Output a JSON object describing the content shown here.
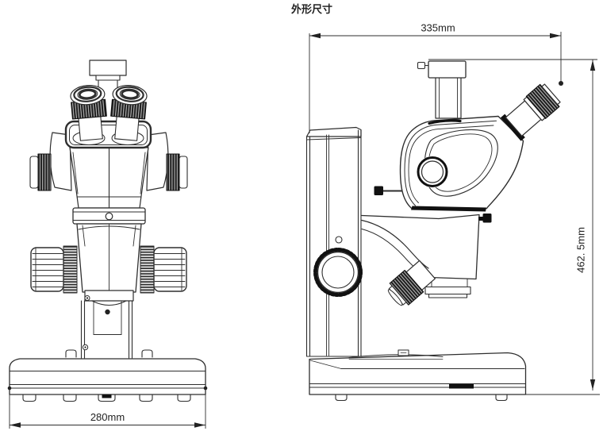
{
  "drawing": {
    "title": "外形尺寸",
    "dimensions": {
      "front_width": "280mm",
      "side_width": "335mm",
      "side_height": "462. 5mm"
    }
  }
}
